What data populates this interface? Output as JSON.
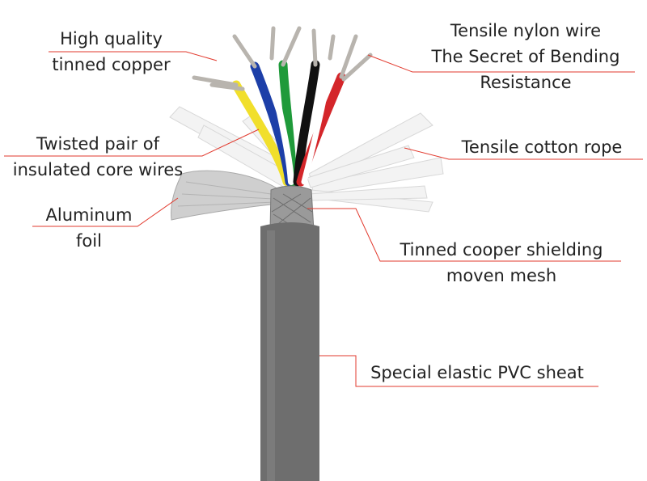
{
  "diagram": {
    "colors": {
      "leader": "#e23a2e",
      "sheath": "#6e6e6e",
      "mesh": "#9a9a9a",
      "foil": "#c9c9c9",
      "cotton": "#f3f3f3",
      "copper": "#b8b4ae",
      "wires": [
        "#f1df2b",
        "#1d3fa8",
        "#1f9a3a",
        "#111111",
        "#d4262a",
        "#ffffff"
      ]
    },
    "labels": {
      "copper": [
        "High quality",
        "tinned copper"
      ],
      "twisted": [
        "Twisted pair of",
        "insulated core wires"
      ],
      "foil": [
        "Aluminum",
        "foil"
      ],
      "nylon": [
        "Tensile nylon wire",
        "The Secret of Bending",
        "Resistance"
      ],
      "cotton": [
        "Tensile cotton rope"
      ],
      "mesh": [
        "Tinned cooper shielding",
        "moven mesh"
      ],
      "sheath": [
        "Special elastic PVC sheat"
      ]
    }
  }
}
